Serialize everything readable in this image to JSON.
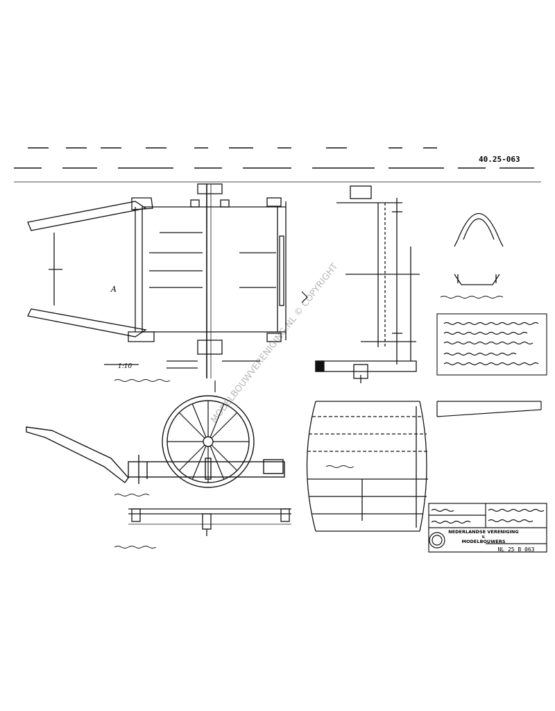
{
  "drawing_number": "40.25-063",
  "watermark": "MODELBOUWVERENIGING.NL © COPYRIGHT",
  "title_block": {
    "org_line1": "NEDERLANDSE VERENIGING",
    "org_line2": "V.",
    "org_line3": "MODELBOUWERS",
    "sheet_number": "NL 25 B 063"
  },
  "labels": {
    "section_a": "A",
    "scale_left": "1:10"
  },
  "colors": {
    "ink": "#111111",
    "paper": "#ffffff",
    "watermark": "#b8b8b8"
  }
}
